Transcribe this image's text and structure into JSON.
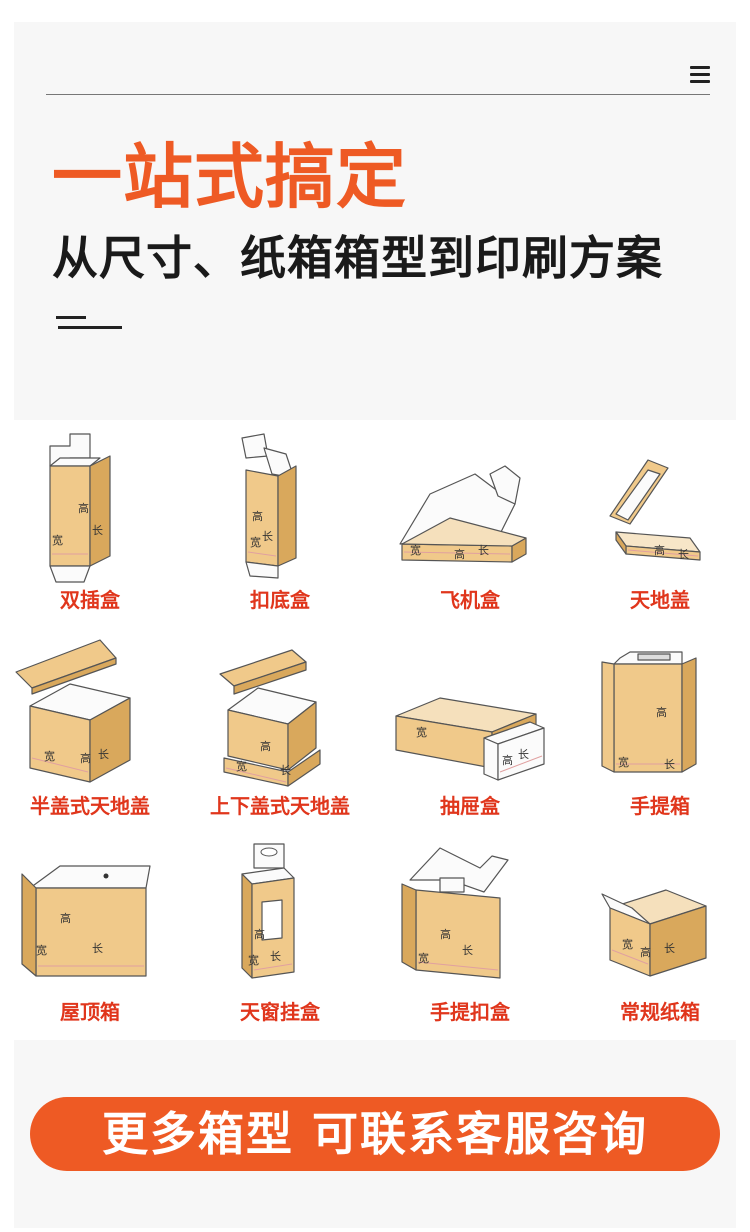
{
  "headline": "一站式搞定",
  "subline": "从尺寸、纸箱箱型到印刷方案",
  "dim_labels": {
    "length": "长",
    "width": "宽",
    "height": "高"
  },
  "colors": {
    "accent": "#ee5a24",
    "label_red": "#e0361c",
    "kraft": "#f0c98a",
    "kraft_dark": "#d9a85c"
  },
  "box_types": [
    {
      "name": "双插盒",
      "icon": "tuck-end-box-icon"
    },
    {
      "name": "扣底盒",
      "icon": "snap-lock-bottom-box-icon"
    },
    {
      "name": "飞机盒",
      "icon": "mailer-box-icon"
    },
    {
      "name": "天地盖",
      "icon": "lid-and-base-box-icon"
    },
    {
      "name": "半盖式天地盖",
      "icon": "half-lid-box-icon"
    },
    {
      "name": "上下盖式天地盖",
      "icon": "top-bottom-lid-box-icon"
    },
    {
      "name": "抽屉盒",
      "icon": "drawer-box-icon"
    },
    {
      "name": "手提箱",
      "icon": "handle-carton-icon"
    },
    {
      "name": "屋顶箱",
      "icon": "roof-box-icon"
    },
    {
      "name": "天窗挂盒",
      "icon": "window-hanger-box-icon"
    },
    {
      "name": "手提扣盒",
      "icon": "handle-snap-box-icon"
    },
    {
      "name": "常规纸箱",
      "icon": "regular-carton-icon"
    }
  ],
  "cta_text": "更多箱型 可联系客服咨询"
}
